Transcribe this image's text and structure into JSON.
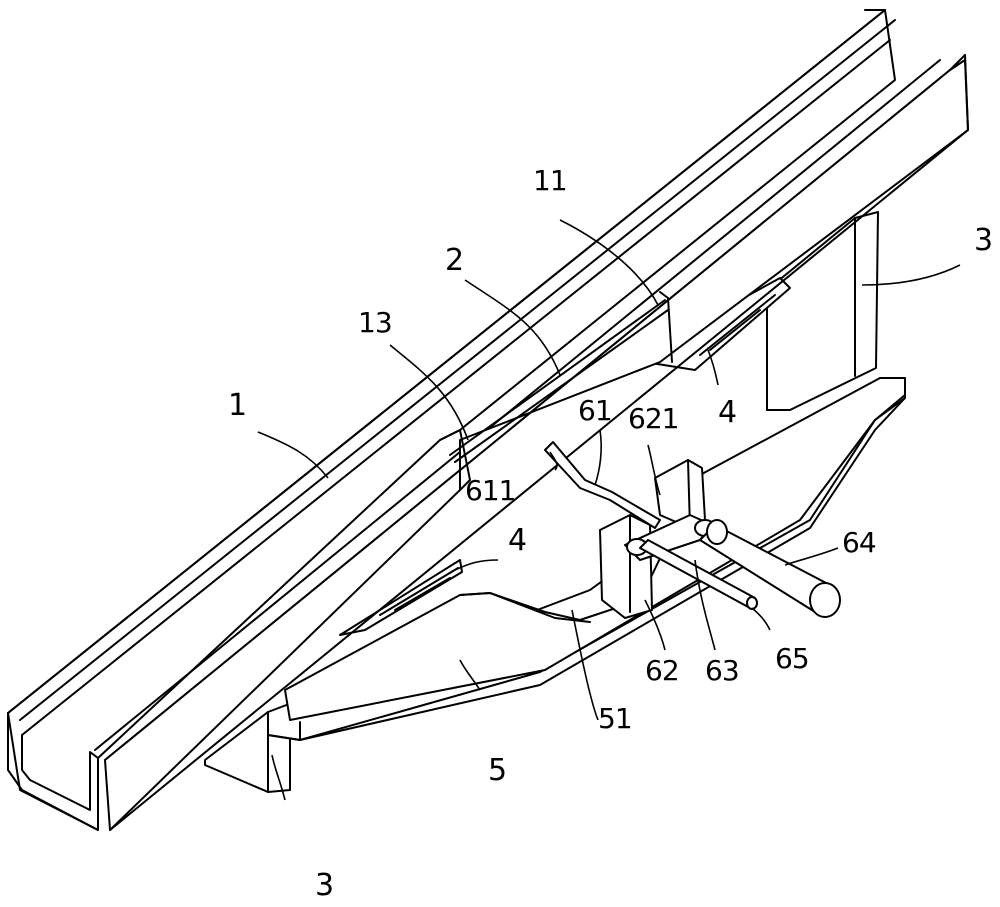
{
  "labels": {
    "l1": "1",
    "l2": "2",
    "l3_top": "3",
    "l3_bottom": "3",
    "l4_top": "4",
    "l4_bottom": "4",
    "l5": "5",
    "l11": "11",
    "l13": "13",
    "l51": "51",
    "l61": "61",
    "l62": "62",
    "l63": "63",
    "l64": "64",
    "l65": "65",
    "l611": "611",
    "l621": "621"
  }
}
